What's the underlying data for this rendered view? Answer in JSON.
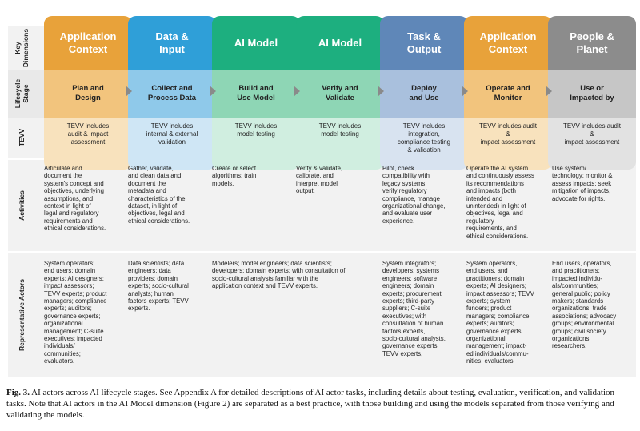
{
  "row_labels": {
    "key_dimensions": "Key\nDimensions",
    "lifecycle_stage": "Lifecycle\nStage",
    "tevv": "TEVV",
    "activities": "Activities",
    "representative_actors": "Representative Actors"
  },
  "colors": {
    "orange": "#e8a23a",
    "orange_stage": "#f2c47d",
    "orange_tevv": "#f8e2bd",
    "blue": "#2f9fd8",
    "blue_stage": "#8fc9ea",
    "blue_tevv": "#cfe6f5",
    "green": "#1daf7f",
    "green_stage": "#8ed6b5",
    "green_tevv": "#d0eee0",
    "navy": "#5f87b8",
    "navy_stage": "#a9c0dd",
    "navy_tevv": "#d8e3f0",
    "gray": "#8c8c8c",
    "gray_stage": "#c6c6c6",
    "gray_tevv": "#e2e2e2"
  },
  "columns": [
    {
      "dimension": "Application\nContext",
      "stage": "Plan and\nDesign",
      "tevv": "TEVV includes\naudit & impact\nassessment",
      "activities": "Articulate and\ndocument the\nsystem's concept and\nobjectives, underlying\nassumptions, and\ncontext in light of\nlegal and regulatory\nrequirements and\nethical considerations.",
      "actors": "System operators;\nend users; domain\nexperts; AI designers;\nimpact assessors;\nTEVV experts; product\nmanagers; compliance\nexperts; auditors;\ngovernance experts;\norganizational\nmanagement; C-suite\nexecutives; impacted\nindividuals/\ncommunities;\nevaluators."
    },
    {
      "dimension": "Data &\nInput",
      "stage": "Collect and\nProcess Data",
      "tevv": "TEVV includes\ninternal & external\nvalidation",
      "activities": "Gather, validate,\nand clean data and\ndocument the\nmetadata and\ncharacteristics of the\ndataset, in light of\nobjectives, legal and\nethical considerations.",
      "actors": "Data scientists; data\nengineers; data\nproviders; domain\nexperts; socio-cultural\nanalysts; human\nfactors experts; TEVV\nexperts."
    },
    {
      "dimension": "AI Model",
      "stage": "Build and\nUse Model",
      "tevv": "TEVV includes\nmodel testing",
      "activities": "Create or select\nalgorithms; train\nmodels.",
      "actors": "Modelers; model engineers; data scientists;\ndevelopers; domain experts; with consultation of\nsocio-cultural analysts familiar with the\napplication context and TEVV experts."
    },
    {
      "dimension": "AI Model",
      "stage": "Verify and\nValidate",
      "tevv": "TEVV includes\nmodel testing",
      "activities": "Verify & validate,\ncalibrate, and\ninterpret model\noutput.",
      "actors": ""
    },
    {
      "dimension": "Task &\nOutput",
      "stage": "Deploy\nand Use",
      "tevv": "TEVV includes\nintegration,\ncompliance testing\n& validation",
      "activities": "Pilot, check\ncompatibility with\nlegacy systems,\nverify regulatory\ncompliance, manage\norganizational change,\nand evaluate user\nexperience.",
      "actors": "System integrators;\ndevelopers; systems\nengineers; software\nengineers; domain\nexperts; procurement\nexperts; third-party\nsuppliers; C-suite\nexecutives; with\nconsultation of human\nfactors experts,\nsocio-cultural analysts,\ngovernance experts,\nTEVV experts,"
    },
    {
      "dimension": "Application\nContext",
      "stage": "Operate and\nMonitor",
      "tevv": "TEVV includes audit\n&\nimpact assessment",
      "activities": "Operate the AI system\nand continuously assess\nits recommendations\nand impacts (both\nintended and\nunintended) in light of\nobjectives, legal and\nregulatory\nrequirements, and\nethical considerations.",
      "actors": "System operators,\nend users, and\npractitioners; domain\nexperts; AI designers;\nimpact assessors; TEVV\nexperts; system\nfunders; product\nmanagers; compliance\nexperts; auditors;\ngovernance experts;\norganizational\nmanagement; impact-\ned individuals/commu-\nnities; evaluators."
    },
    {
      "dimension": "People &\nPlanet",
      "stage": "Use or\nImpacted by",
      "tevv": "TEVV includes audit\n&\nimpact assessment",
      "activities": "Use system/\ntechnology; monitor &\nassess impacts; seek\nmitigation of impacts,\nadvocate for rights.",
      "actors": "End users, operators,\nand practitioners;\nimpacted individu-\nals/communities;\ngeneral public; policy\nmakers; standards\norganizations; trade\nassociations; advocacy\ngroups; environmental\ngroups; civil society\norganizations;\nresearchers."
    }
  ],
  "caption": {
    "label": "Fig. 3.",
    "text": " AI actors across AI lifecycle stages. See Appendix A for detailed descriptions of AI actor tasks, including details about testing, evaluation, verification, and validation tasks. Note that AI actors in the AI Model dimension (Figure 2) are separated as a best practice, with those building and using the models separated from those verifying and validating the models."
  }
}
